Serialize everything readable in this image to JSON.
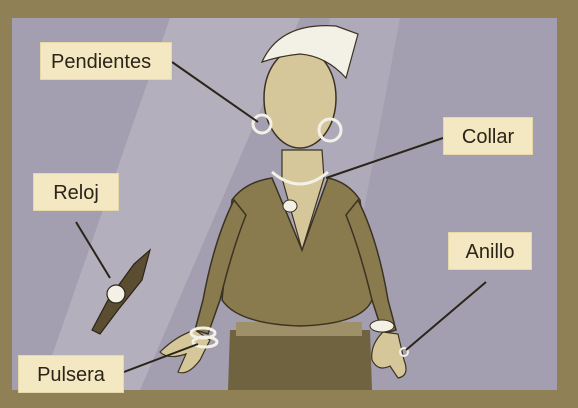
{
  "labels": {
    "pendientes": "Pendientes",
    "collar": "Collar",
    "reloj": "Reloj",
    "anillo": "Anillo",
    "pulsera": "Pulsera"
  },
  "colors": {
    "background_paper": "#f2e6c6",
    "window_frame": "#8f8155",
    "window_glass": "#a39fb0",
    "mannequin_skin": "#d6c79a",
    "sweater": "#8a7b4f",
    "label_fill": "#f3e8c2",
    "ink": "#2b2418"
  }
}
